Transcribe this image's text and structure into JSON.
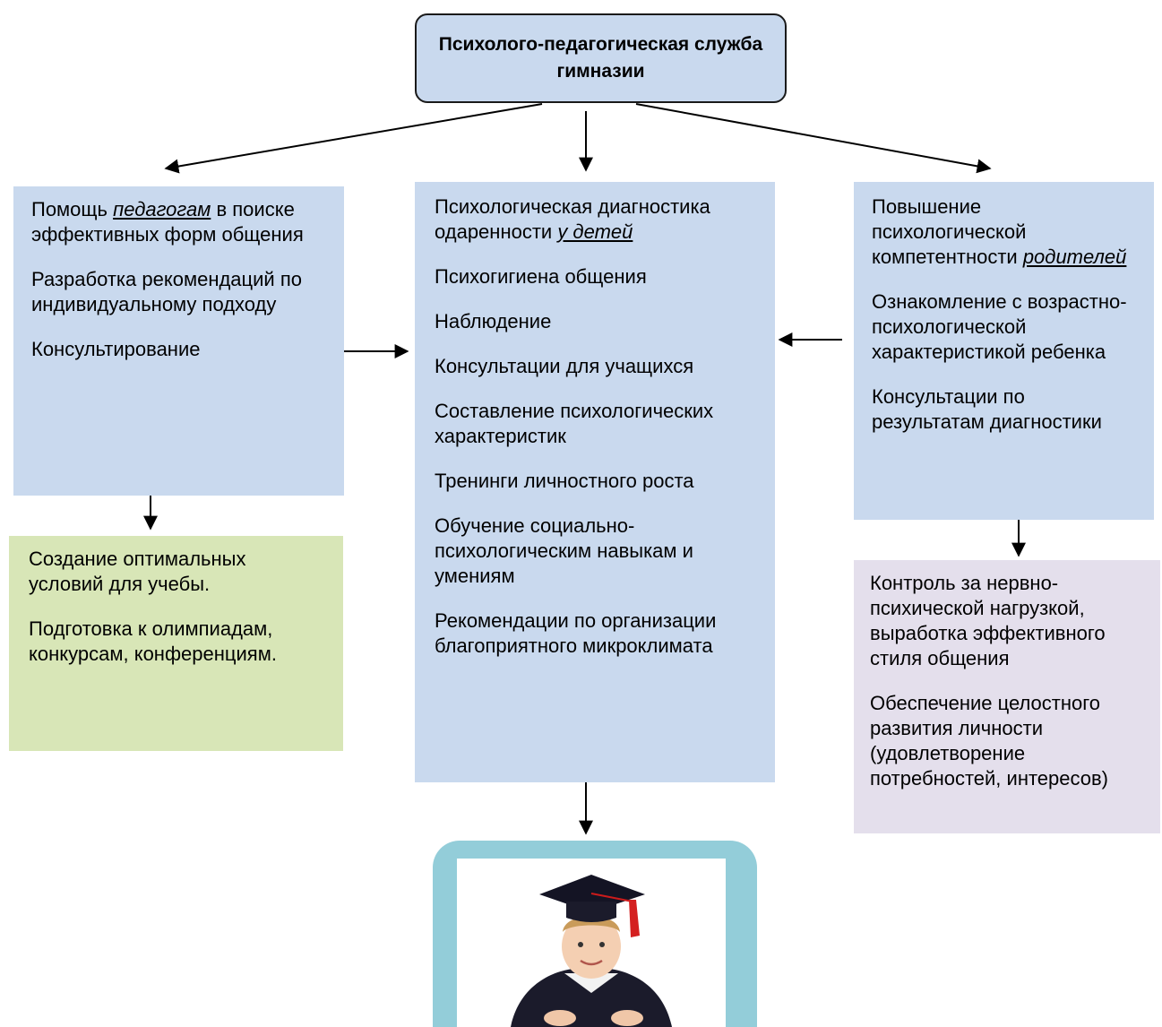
{
  "title": "Психолого-педагогическая служба гимназии",
  "left_box": {
    "line1_pre": "Помощь ",
    "line1_emph": "педагогам",
    "line1_post": " в поиске эффективных форм общения",
    "item2": "Разработка рекомендаций по индивидуальному подходу",
    "item3": "Консультирование"
  },
  "center_box": {
    "item1_pre": "Психологическая диагностика одаренности ",
    "item1_emph": "у детей",
    "items": [
      "Психогигиена общения",
      "Наблюдение",
      "Консультации для учащихся",
      "Составление психологических характеристик",
      "Тренинги личностного роста",
      "Обучение социально-психологическим навыкам и умениям",
      "Рекомендации по организации благоприятного микроклимата"
    ]
  },
  "right_box": {
    "item1_pre": "Повышение психологической компетентности ",
    "item1_emph": "родителей",
    "item2": "Ознакомление с возрастно-психологической характеристикой ребенка",
    "item3": "Консультации по результатам диагностики"
  },
  "green_box": {
    "item1": "Создание оптимальных условий для учебы.",
    "item2": "Подготовка к олимпиадам, конкурсам, конференциям."
  },
  "purple_box": {
    "item1": "Контроль за нервно-психической нагрузкой, выработка эффективного стиля общения",
    "item2": "Обеспечение целостного развития личности (удовлетворение потребностей, интересов)"
  },
  "colors": {
    "blue_box": "#c9d9ee",
    "green_box": "#d8e6b7",
    "purple_box": "#e4dfec",
    "frame": "#93cdd9"
  },
  "image": {
    "icon": "graduate-child-illustration"
  }
}
